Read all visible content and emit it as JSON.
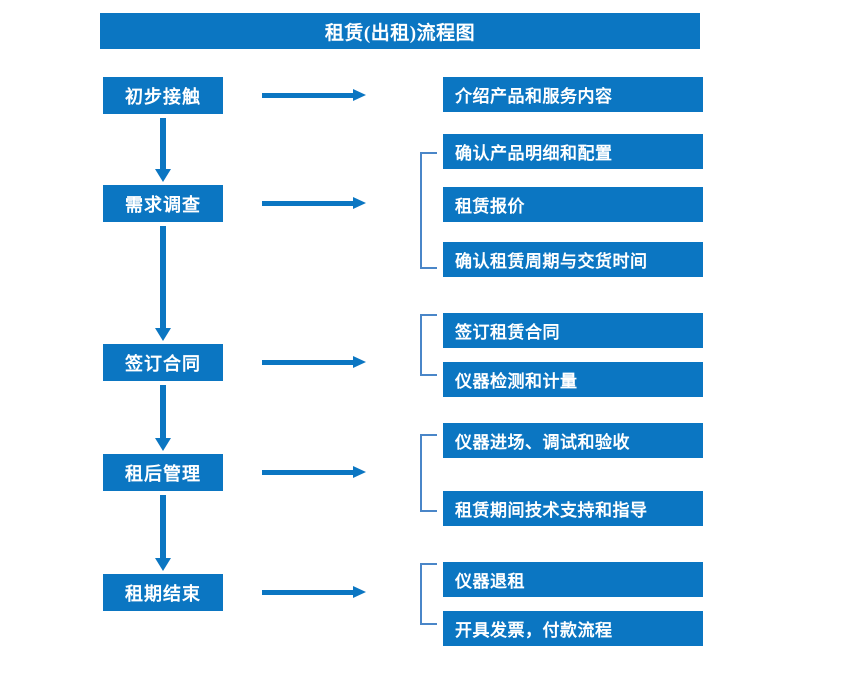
{
  "title": "租赁(出租)流程图",
  "colors": {
    "box_fill": "#0b76c2",
    "box_text": "#ffffff",
    "arrow": "#0b76c2",
    "bracket": "#4a86c8",
    "background": "#ffffff"
  },
  "stages": [
    {
      "label": "初步接触"
    },
    {
      "label": "需求调查"
    },
    {
      "label": "签订合同"
    },
    {
      "label": "租后管理"
    },
    {
      "label": "租期结束"
    }
  ],
  "details": [
    {
      "label": "介绍产品和服务内容"
    },
    {
      "label": "确认产品明细和配置"
    },
    {
      "label": "租赁报价"
    },
    {
      "label": "确认租赁周期与交货时间"
    },
    {
      "label": "签订租赁合同"
    },
    {
      "label": "仪器检测和计量"
    },
    {
      "label": "仪器进场、调试和验收"
    },
    {
      "label": "租赁期间技术支持和指导"
    },
    {
      "label": "仪器退租"
    },
    {
      "label": "开具发票，付款流程"
    }
  ]
}
